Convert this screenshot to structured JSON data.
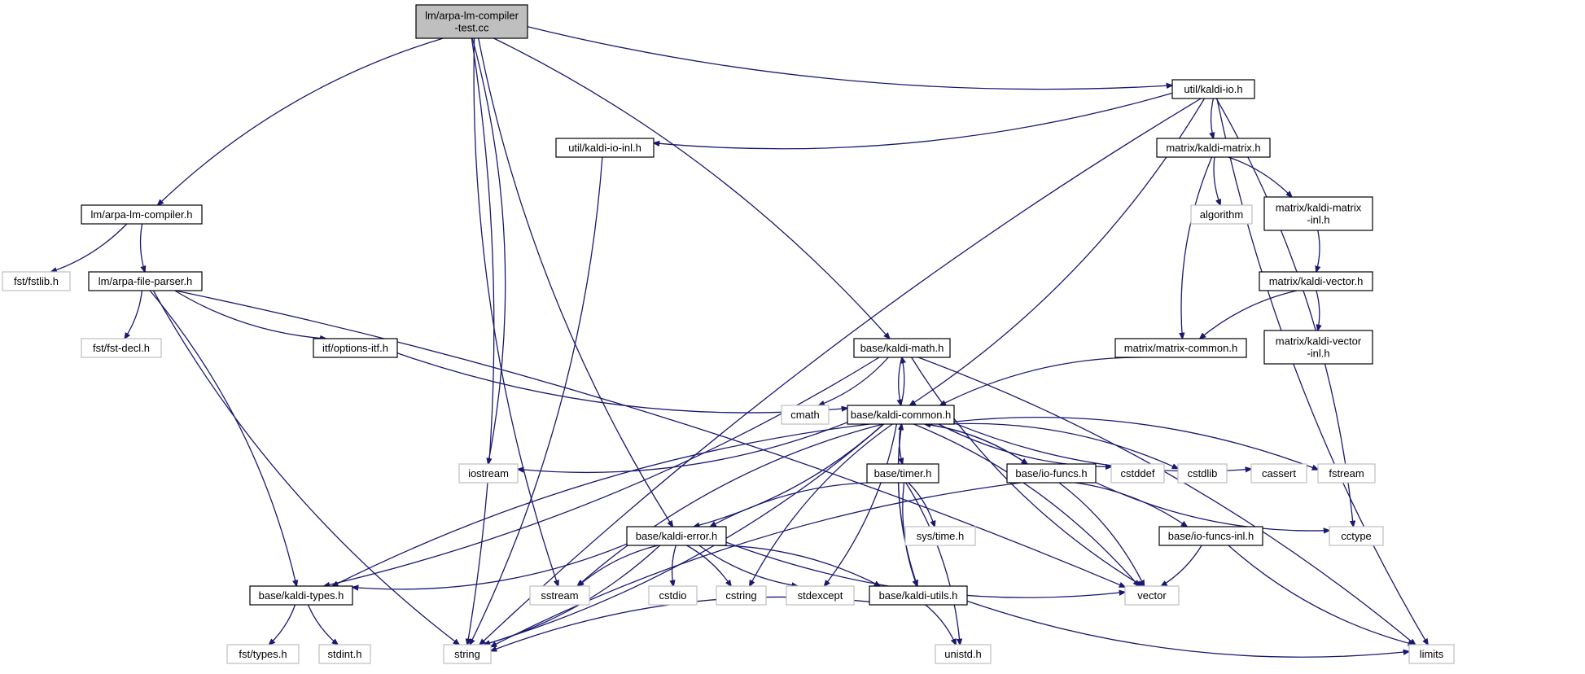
{
  "colors": {
    "edge": "#191970",
    "root_fill": "#bfbfbf",
    "system_border": "#bfbfbf",
    "internal_border": "#000000"
  },
  "nodes": {
    "root": {
      "lines": [
        "lm/arpa-lm-compiler",
        "-test.cc"
      ],
      "kind": "root"
    },
    "arpa_lm_compiler": {
      "lines": [
        "lm/arpa-lm-compiler.h"
      ],
      "kind": "internal"
    },
    "fstlib": {
      "lines": [
        "fst/fstlib.h"
      ],
      "kind": "system"
    },
    "arpa_file_parser": {
      "lines": [
        "lm/arpa-file-parser.h"
      ],
      "kind": "internal"
    },
    "fst_decl": {
      "lines": [
        "fst/fst-decl.h"
      ],
      "kind": "system"
    },
    "options_itf": {
      "lines": [
        "itf/options-itf.h"
      ],
      "kind": "internal"
    },
    "kaldi_io": {
      "lines": [
        "util/kaldi-io.h"
      ],
      "kind": "internal"
    },
    "kaldi_io_inl": {
      "lines": [
        "util/kaldi-io-inl.h"
      ],
      "kind": "internal"
    },
    "kaldi_matrix": {
      "lines": [
        "matrix/kaldi-matrix.h"
      ],
      "kind": "internal"
    },
    "algorithm": {
      "lines": [
        "algorithm"
      ],
      "kind": "system"
    },
    "kaldi_matrix_inl": {
      "lines": [
        "matrix/kaldi-matrix",
        "-inl.h"
      ],
      "kind": "internal"
    },
    "kaldi_vector": {
      "lines": [
        "matrix/kaldi-vector.h"
      ],
      "kind": "internal"
    },
    "matrix_common": {
      "lines": [
        "matrix/matrix-common.h"
      ],
      "kind": "internal"
    },
    "kaldi_vector_inl": {
      "lines": [
        "matrix/kaldi-vector",
        "-inl.h"
      ],
      "kind": "internal"
    },
    "kaldi_math": {
      "lines": [
        "base/kaldi-math.h"
      ],
      "kind": "internal"
    },
    "cmath": {
      "lines": [
        "cmath"
      ],
      "kind": "system"
    },
    "kaldi_common": {
      "lines": [
        "base/kaldi-common.h"
      ],
      "kind": "internal"
    },
    "iostream": {
      "lines": [
        "iostream"
      ],
      "kind": "system"
    },
    "timer": {
      "lines": [
        "base/timer.h"
      ],
      "kind": "internal"
    },
    "io_funcs": {
      "lines": [
        "base/io-funcs.h"
      ],
      "kind": "internal"
    },
    "cstddef": {
      "lines": [
        "cstddef"
      ],
      "kind": "system"
    },
    "cstdlib": {
      "lines": [
        "cstdlib"
      ],
      "kind": "system"
    },
    "cassert": {
      "lines": [
        "cassert"
      ],
      "kind": "system"
    },
    "fstream": {
      "lines": [
        "fstream"
      ],
      "kind": "system"
    },
    "sys_time": {
      "lines": [
        "sys/time.h"
      ],
      "kind": "system"
    },
    "io_funcs_inl": {
      "lines": [
        "base/io-funcs-inl.h"
      ],
      "kind": "internal"
    },
    "cctype": {
      "lines": [
        "cctype"
      ],
      "kind": "system"
    },
    "kaldi_error": {
      "lines": [
        "base/kaldi-error.h"
      ],
      "kind": "internal"
    },
    "kaldi_types": {
      "lines": [
        "base/kaldi-types.h"
      ],
      "kind": "internal"
    },
    "sstream": {
      "lines": [
        "sstream"
      ],
      "kind": "system"
    },
    "cstdio": {
      "lines": [
        "cstdio"
      ],
      "kind": "system"
    },
    "cstring": {
      "lines": [
        "cstring"
      ],
      "kind": "system"
    },
    "stdexcept": {
      "lines": [
        "stdexcept"
      ],
      "kind": "system"
    },
    "kaldi_utils": {
      "lines": [
        "base/kaldi-utils.h"
      ],
      "kind": "internal"
    },
    "vector": {
      "lines": [
        "vector"
      ],
      "kind": "system"
    },
    "fst_types": {
      "lines": [
        "fst/types.h"
      ],
      "kind": "system"
    },
    "stdint": {
      "lines": [
        "stdint.h"
      ],
      "kind": "system"
    },
    "string": {
      "lines": [
        "string"
      ],
      "kind": "system"
    },
    "unistd": {
      "lines": [
        "unistd.h"
      ],
      "kind": "system"
    },
    "limits": {
      "lines": [
        "limits"
      ],
      "kind": "system"
    }
  },
  "edges": [
    [
      "root",
      "arpa_lm_compiler"
    ],
    [
      "root",
      "string"
    ],
    [
      "root",
      "sstream"
    ],
    [
      "root",
      "iostream"
    ],
    [
      "root",
      "kaldi_error"
    ],
    [
      "root",
      "kaldi_math"
    ],
    [
      "root",
      "kaldi_io"
    ],
    [
      "arpa_lm_compiler",
      "fstlib"
    ],
    [
      "arpa_lm_compiler",
      "arpa_file_parser"
    ],
    [
      "arpa_file_parser",
      "fst_decl"
    ],
    [
      "arpa_file_parser",
      "options_itf"
    ],
    [
      "arpa_file_parser",
      "kaldi_types"
    ],
    [
      "arpa_file_parser",
      "string"
    ],
    [
      "arpa_file_parser",
      "vector"
    ],
    [
      "options_itf",
      "kaldi_common"
    ],
    [
      "kaldi_io",
      "kaldi_io_inl"
    ],
    [
      "kaldi_io",
      "kaldi_matrix"
    ],
    [
      "kaldi_io",
      "kaldi_common"
    ],
    [
      "kaldi_io",
      "string"
    ],
    [
      "kaldi_io",
      "cctype"
    ],
    [
      "kaldi_io",
      "limits"
    ],
    [
      "kaldi_io_inl",
      "string"
    ],
    [
      "kaldi_matrix",
      "algorithm"
    ],
    [
      "kaldi_matrix",
      "kaldi_matrix_inl"
    ],
    [
      "kaldi_matrix",
      "matrix_common"
    ],
    [
      "kaldi_matrix_inl",
      "kaldi_vector"
    ],
    [
      "kaldi_vector",
      "matrix_common"
    ],
    [
      "kaldi_vector",
      "kaldi_vector_inl"
    ],
    [
      "matrix_common",
      "kaldi_common"
    ],
    [
      "kaldi_math",
      "cmath"
    ],
    [
      "kaldi_math",
      "kaldi_common"
    ],
    [
      "kaldi_math",
      "kaldi_types"
    ],
    [
      "kaldi_math",
      "vector"
    ],
    [
      "kaldi_math",
      "limits"
    ],
    [
      "kaldi_common",
      "kaldi_math"
    ],
    [
      "kaldi_common",
      "iostream"
    ],
    [
      "kaldi_common",
      "timer"
    ],
    [
      "kaldi_common",
      "io_funcs"
    ],
    [
      "kaldi_common",
      "cstddef"
    ],
    [
      "kaldi_common",
      "cstdlib"
    ],
    [
      "kaldi_common",
      "cassert"
    ],
    [
      "kaldi_common",
      "fstream"
    ],
    [
      "kaldi_common",
      "kaldi_types"
    ],
    [
      "kaldi_common",
      "kaldi_error"
    ],
    [
      "kaldi_common",
      "sstream"
    ],
    [
      "kaldi_common",
      "string"
    ],
    [
      "kaldi_common",
      "cstring"
    ],
    [
      "kaldi_common",
      "stdexcept"
    ],
    [
      "kaldi_common",
      "kaldi_utils"
    ],
    [
      "kaldi_common",
      "vector"
    ],
    [
      "timer",
      "kaldi_error"
    ],
    [
      "timer",
      "sys_time"
    ],
    [
      "timer",
      "kaldi_utils"
    ],
    [
      "timer",
      "unistd"
    ],
    [
      "io_funcs",
      "kaldi_common"
    ],
    [
      "io_funcs",
      "io_funcs_inl"
    ],
    [
      "io_funcs",
      "cctype"
    ],
    [
      "io_funcs",
      "vector"
    ],
    [
      "io_funcs",
      "string"
    ],
    [
      "io_funcs_inl",
      "vector"
    ],
    [
      "io_funcs_inl",
      "limits"
    ],
    [
      "kaldi_error",
      "kaldi_types"
    ],
    [
      "kaldi_error",
      "sstream"
    ],
    [
      "kaldi_error",
      "string"
    ],
    [
      "kaldi_error",
      "cstdio"
    ],
    [
      "kaldi_error",
      "cstring"
    ],
    [
      "kaldi_error",
      "stdexcept"
    ],
    [
      "kaldi_error",
      "kaldi_utils"
    ],
    [
      "kaldi_error",
      "vector"
    ],
    [
      "kaldi_types",
      "fst_types"
    ],
    [
      "kaldi_types",
      "stdint"
    ],
    [
      "kaldi_utils",
      "kaldi_common"
    ],
    [
      "kaldi_utils",
      "string"
    ],
    [
      "kaldi_utils",
      "unistd"
    ],
    [
      "kaldi_utils",
      "limits"
    ]
  ]
}
